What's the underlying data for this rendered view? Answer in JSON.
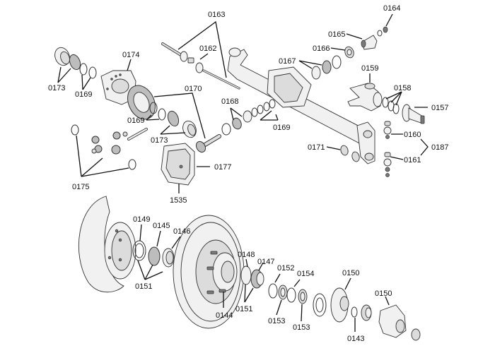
{
  "diagram": {
    "type": "exploded-parts-diagram",
    "subject": "front axle, differential and hub assembly",
    "labels": {
      "p0163": "0163",
      "p0164": "0164",
      "p0165": "0165",
      "p0166": "0166",
      "p0162": "0162",
      "p0174": "0174",
      "p0167": "0167",
      "p0159": "0159",
      "p0173a": "0173",
      "p0169a": "0169",
      "p0170": "0170",
      "p0158": "0158",
      "p0168": "0168",
      "p0157": "0157",
      "p0169b": "0169",
      "p0169c": "0169",
      "p0173b": "0173",
      "p0160": "0160",
      "p0171": "0171",
      "p0187": "0187",
      "p0177": "0177",
      "p0161": "0161",
      "p0175": "0175",
      "p1535": "1535",
      "p0149": "0149",
      "p0145": "0145",
      "p0146": "0146",
      "p0148": "0148",
      "p0147": "0147",
      "p0152": "0152",
      "p0154": "0154",
      "p0150a": "0150",
      "p0150b": "0150",
      "p0151a": "0151",
      "p0151b": "0151",
      "p0144": "0144",
      "p0153a": "0153",
      "p0153b": "0153",
      "p0143": "0143"
    }
  }
}
